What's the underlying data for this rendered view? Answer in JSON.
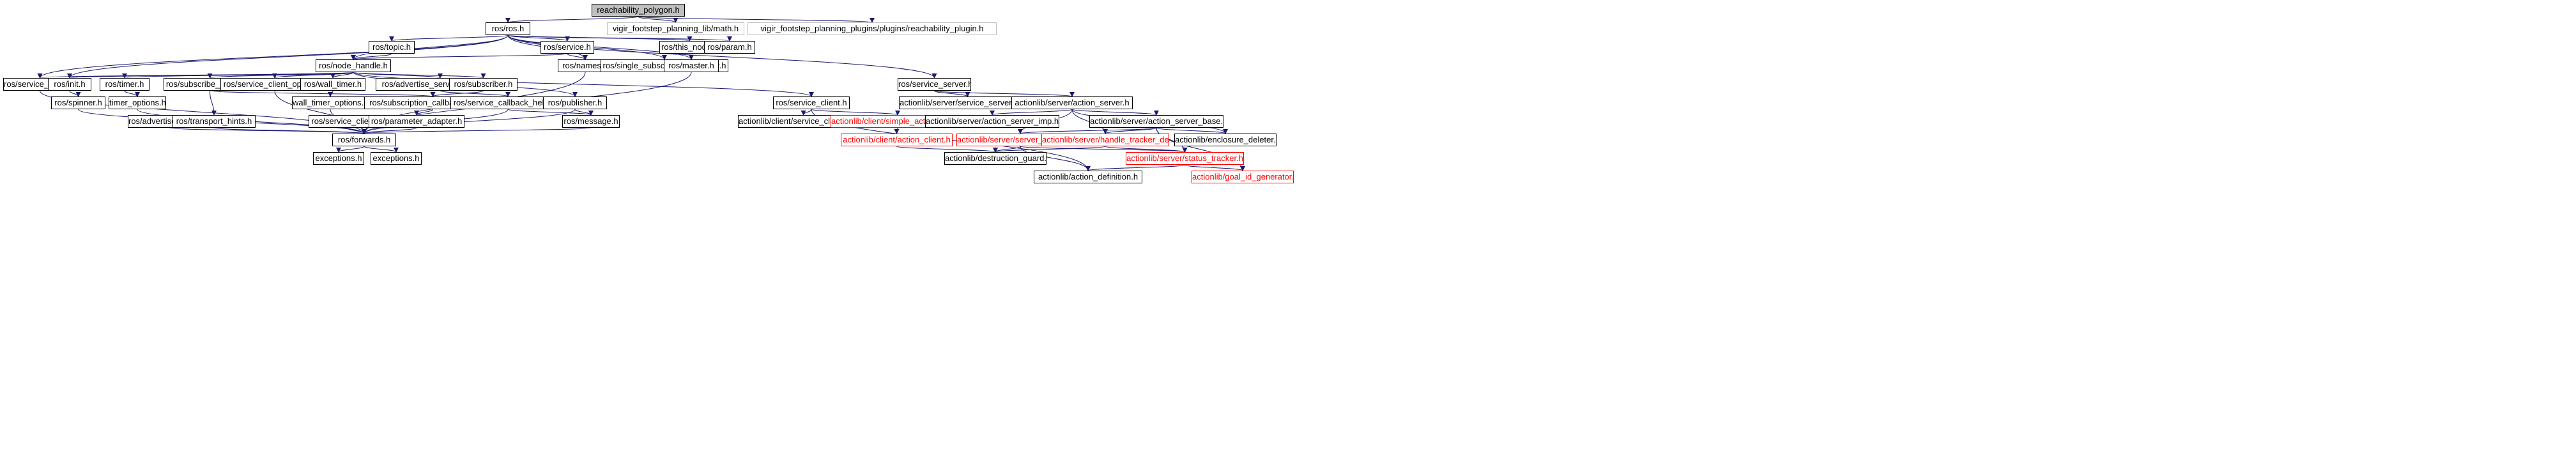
{
  "graph": {
    "colors": {
      "edge": "#191970",
      "root_fill": "#bfbfbf",
      "missing_border": "#ff0000",
      "external_border": "#bfbfbf"
    },
    "nodes": [
      {
        "id": "reach",
        "label": "reachability_polygon.h",
        "kind": "root"
      },
      {
        "id": "rosros",
        "label": "ros/ros.h"
      },
      {
        "id": "math",
        "label": "vigir_footstep_planning_lib/math.h",
        "kind": "gray"
      },
      {
        "id": "plugin",
        "label": "vigir_footstep_planning_plugins/plugins/reachability_plugin.h",
        "kind": "gray"
      },
      {
        "id": "topic",
        "label": "ros/topic.h"
      },
      {
        "id": "service",
        "label": "ros/service.h"
      },
      {
        "id": "thisnode",
        "label": "ros/this_node.h"
      },
      {
        "id": "param",
        "label": "ros/param.h"
      },
      {
        "id": "nodehandle",
        "label": "ros/node_handle.h"
      },
      {
        "id": "names",
        "label": "ros/names.h"
      },
      {
        "id": "ssp",
        "label": "ros/single_subscriber_publisher.h"
      },
      {
        "id": "master",
        "label": "ros/master.h"
      },
      {
        "id": "servicesrv",
        "label": "ros/service_server.h"
      },
      {
        "id": "init",
        "label": "ros/init.h"
      },
      {
        "id": "timer",
        "label": "ros/timer.h"
      },
      {
        "id": "subopts",
        "label": "ros/subscribe_options.h"
      },
      {
        "id": "scopts",
        "label": "ros/service_client_options.h"
      },
      {
        "id": "walltimer",
        "label": "ros/wall_timer.h"
      },
      {
        "id": "advsrvopts",
        "label": "ros/advertise_service_options.h"
      },
      {
        "id": "subscriber",
        "label": "ros/subscriber.h"
      },
      {
        "id": "servicesrv2",
        "label": "ros/service_server.h"
      },
      {
        "id": "spinner",
        "label": "ros/spinner.h"
      },
      {
        "id": "timeropts",
        "label": "timer_options.h"
      },
      {
        "id": "walltimeropts",
        "label": "wall_timer_options.h"
      },
      {
        "id": "subcb",
        "label": "ros/subscription_callback_helper.h"
      },
      {
        "id": "svccb",
        "label": "ros/service_callback_helper.h"
      },
      {
        "id": "publisher",
        "label": "ros/publisher.h"
      },
      {
        "id": "serviceclient",
        "label": "ros/service_client.h"
      },
      {
        "id": "srvimp",
        "label": "actionlib/server/service_server_imp.h"
      },
      {
        "id": "actsrv",
        "label": "actionlib/server/action_server.h"
      },
      {
        "id": "advopts",
        "label": "ros/advertise_options.h"
      },
      {
        "id": "transport",
        "label": "ros/transport_hints.h"
      },
      {
        "id": "sclient",
        "label": "ros/service_client.h"
      },
      {
        "id": "paramadapter",
        "label": "ros/parameter_adapter.h"
      },
      {
        "id": "message",
        "label": "ros/message.h"
      },
      {
        "id": "scimp",
        "label": "actionlib/client/service_client_imp.h"
      },
      {
        "id": "simpleac",
        "label": "actionlib/client/simple_action_client.h",
        "kind": "red"
      },
      {
        "id": "asimp",
        "label": "actionlib/server/action_server_imp.h"
      },
      {
        "id": "asbase",
        "label": "actionlib/server/action_server_base.h"
      },
      {
        "id": "forwards",
        "label": "ros/forwards.h"
      },
      {
        "id": "actclient",
        "label": "actionlib/client/action_client.h",
        "kind": "red"
      },
      {
        "id": "goalhandle",
        "label": "actionlib/server/server_goal_handle.h",
        "kind": "red"
      },
      {
        "id": "htdeleter",
        "label": "actionlib/server/handle_tracker_deleter.h",
        "kind": "red"
      },
      {
        "id": "encdel",
        "label": "actionlib/enclosure_deleter.h"
      },
      {
        "id": "exc1",
        "label": "exceptions.h"
      },
      {
        "id": "exc2",
        "label": "exceptions.h"
      },
      {
        "id": "destguard",
        "label": "actionlib/destruction_guard.h"
      },
      {
        "id": "statustracker",
        "label": "actionlib/server/status_tracker.h",
        "kind": "red"
      },
      {
        "id": "actdef",
        "label": "actionlib/action_definition.h"
      },
      {
        "id": "goalid",
        "label": "actionlib/goal_id_generator.h",
        "kind": "red"
      }
    ]
  }
}
